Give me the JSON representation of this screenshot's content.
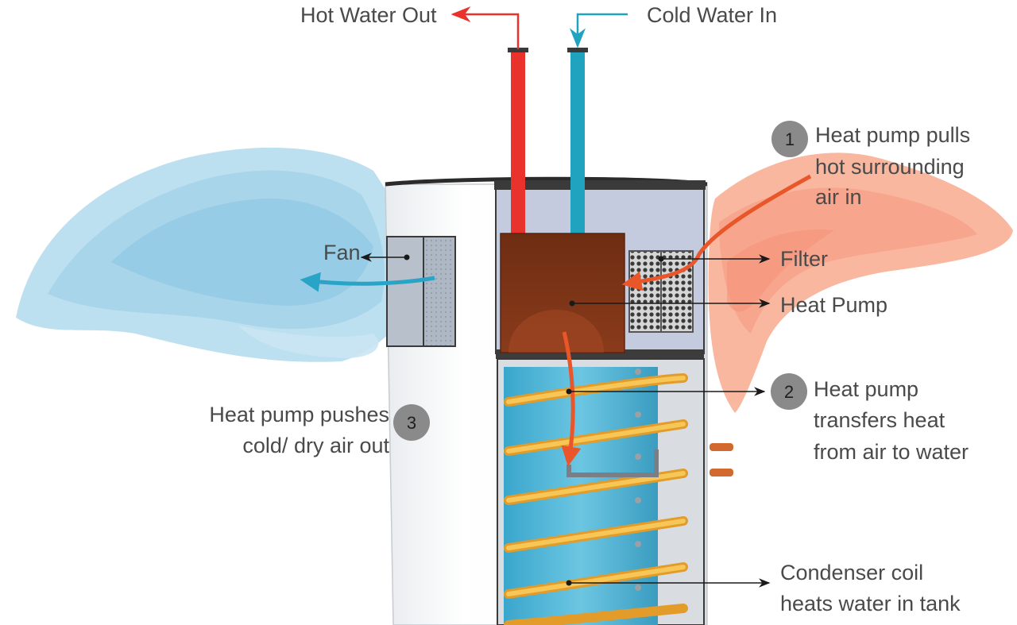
{
  "labels": {
    "hot_water_out": "Hot Water Out",
    "cold_water_in": "Cold Water In",
    "fan": "Fan",
    "filter": "Filter",
    "heat_pump": "Heat Pump",
    "step1": [
      "Heat pump pulls",
      "hot surrounding",
      "air in"
    ],
    "step2": [
      "Heat pump",
      "transfers heat",
      "from air to water"
    ],
    "step3": [
      "Heat pump pushes",
      "cold/ dry air out"
    ],
    "condenser": [
      "Condenser coil",
      "heats water in tank"
    ]
  },
  "badges": {
    "one": "1",
    "two": "2",
    "three": "3"
  },
  "colors": {
    "hot": "#e8322b",
    "cold": "#1fa3bf",
    "cold_air": "#8fcbe6",
    "warm_air": "#f6916f",
    "water": "#4bb4d6",
    "coil": "#f2b53a",
    "heat_pump": "#7a3316",
    "arrow_orange": "#e9562a",
    "badge": "#8a8a8a"
  }
}
